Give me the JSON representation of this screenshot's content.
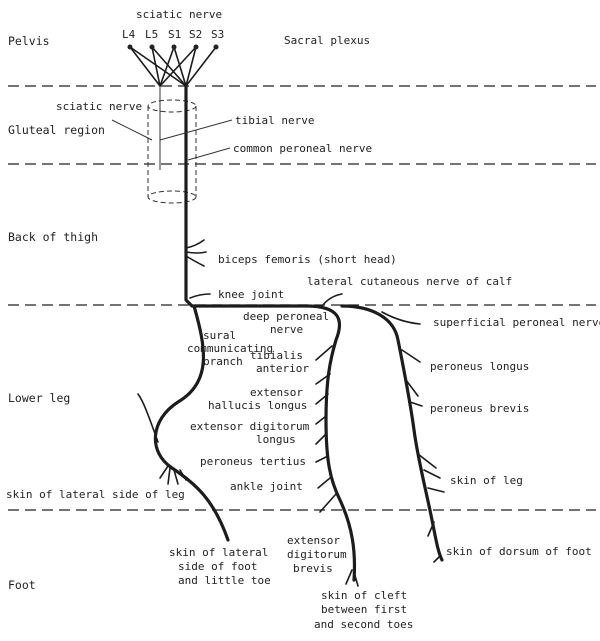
{
  "regions": {
    "pelvis": "Pelvis",
    "gluteal": "Gluteal region",
    "thigh": "Back of thigh",
    "lowerleg": "Lower leg",
    "foot": "Foot"
  },
  "labels": {
    "sciatic_top": "sciatic nerve",
    "sacral_plexus": "Sacral plexus",
    "roots": [
      "L4",
      "L5",
      "S1",
      "S2",
      "S3"
    ],
    "sciatic_gluteal": "sciatic nerve",
    "tibial": "tibial nerve",
    "common_peroneal": "common peroneal nerve",
    "biceps": "biceps femoris (short head)",
    "lat_cutaneous": "lateral cutaneous nerve of calf",
    "knee_joint": "knee joint",
    "deep_peroneal": [
      "deep peroneal",
      "nerve"
    ],
    "superficial_peroneal": "superficial peroneal nerve",
    "sural": [
      "sural",
      "communicating",
      "branch"
    ],
    "tibialis": [
      "tibialis",
      "anterior"
    ],
    "ehl": [
      "extensor",
      "hallucis longus"
    ],
    "edl": [
      "extensor digitorum",
      "longus"
    ],
    "peroneus_tertius": "peroneus tertius",
    "ankle_joint": "ankle joint",
    "peroneus_longus": "peroneus longus",
    "peroneus_brevis": "peroneus brevis",
    "skin_lat_leg": "skin of lateral side of leg",
    "skin_leg": "skin of leg",
    "skin_lat_foot": [
      "skin of lateral",
      "side of foot",
      "and little toe"
    ],
    "edb": [
      "extensor",
      "digitorum",
      "brevis"
    ],
    "skin_dorsum": "skin of dorsum of foot",
    "skin_cleft": [
      "skin of cleft",
      "between first",
      "and second toes"
    ]
  }
}
